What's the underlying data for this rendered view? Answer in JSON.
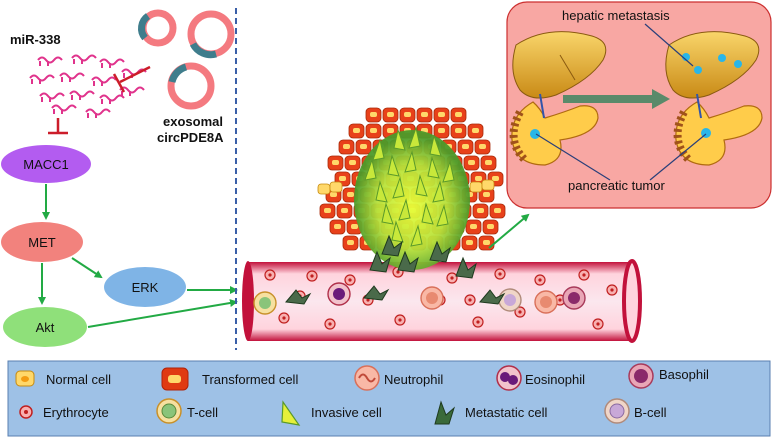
{
  "pathway": {
    "mirna_label": "miR-338",
    "exosome_label_line1": "exosomal",
    "exosome_label_line2": "circPDE8A",
    "nodes": [
      "MACC1",
      "MET",
      "ERK",
      "Akt"
    ],
    "colors": {
      "macc1": "#b35cf0",
      "met": "#f2827d",
      "erk": "#7fb4e6",
      "akt": "#8fe07a",
      "arrow": "#22aa44",
      "inhibit": "#cc1d2a",
      "mirna": "#e0338c",
      "exosome_outer": "#f47a80",
      "exosome_inner": "#3f7d8c"
    }
  },
  "metastasis_panel": {
    "hepatic_label": "hepatic metastasis",
    "pancreatic_label": "pancreatic tumor",
    "bg_color": "#f8a7a3"
  },
  "legend": {
    "bg_color": "#9ec1e6",
    "items": [
      {
        "label": "Normal cell",
        "icon": "normal-cell-icon"
      },
      {
        "label": "Transformed cell",
        "icon": "transformed-cell-icon"
      },
      {
        "label": "Neutrophil",
        "icon": "neutrophil-icon"
      },
      {
        "label": "Eosinophil",
        "icon": "eosinophil-icon"
      },
      {
        "label": "Basophil",
        "icon": "basophil-icon"
      },
      {
        "label": "Erythrocyte",
        "icon": "erythrocyte-icon"
      },
      {
        "label": "T-cell",
        "icon": "t-cell-icon"
      },
      {
        "label": "Invasive cell",
        "icon": "invasive-cell-icon"
      },
      {
        "label": "Metastatic cell",
        "icon": "metastatic-cell-icon"
      },
      {
        "label": "B-cell",
        "icon": "b-cell-icon"
      }
    ]
  }
}
